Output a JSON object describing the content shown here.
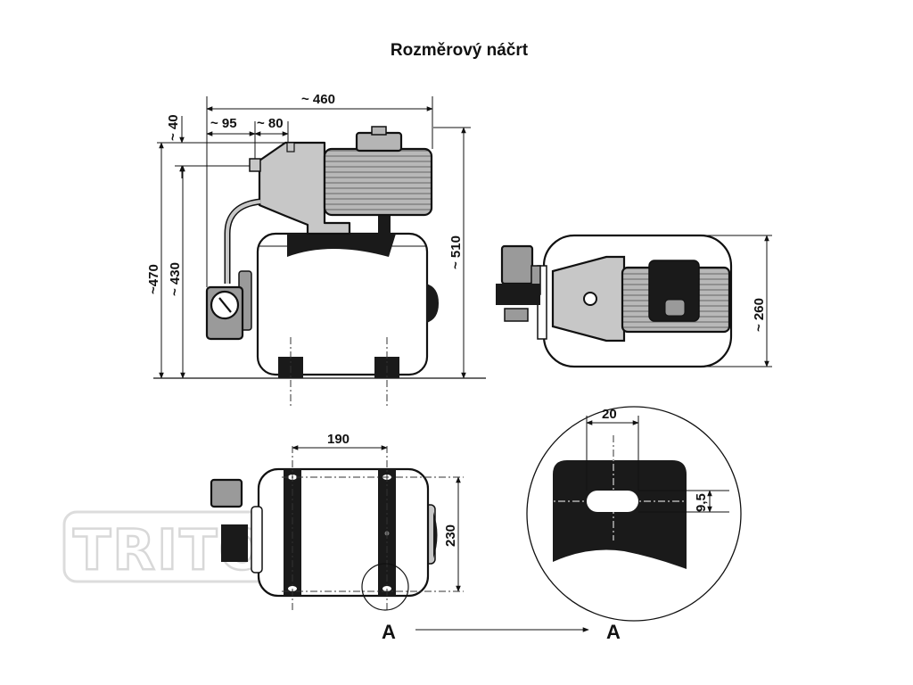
{
  "title": "Rozměrový náčrt",
  "dimensions": {
    "width_total": "~ 460",
    "inlet_offset": "~ 95",
    "inlet_spacing": "~ 80",
    "top_offset": "~ 40",
    "height_total": "~ 510",
    "height_470": "~470",
    "height_430": "~ 430",
    "depth_260": "~ 260",
    "foot_spacing": "190",
    "foot_width": "230",
    "slot_width": "20",
    "slot_height": "9,5"
  },
  "section": {
    "from": "A",
    "to": "A"
  },
  "watermark": "TRITON",
  "colors": {
    "outline": "#111111",
    "motor_fill": "#b5b5b5",
    "pump_fill": "#c7c7c7",
    "dark_fill": "#1a1a1a",
    "gauge_fill": "#9a9a9a",
    "watermark": "#d8d8d8"
  }
}
